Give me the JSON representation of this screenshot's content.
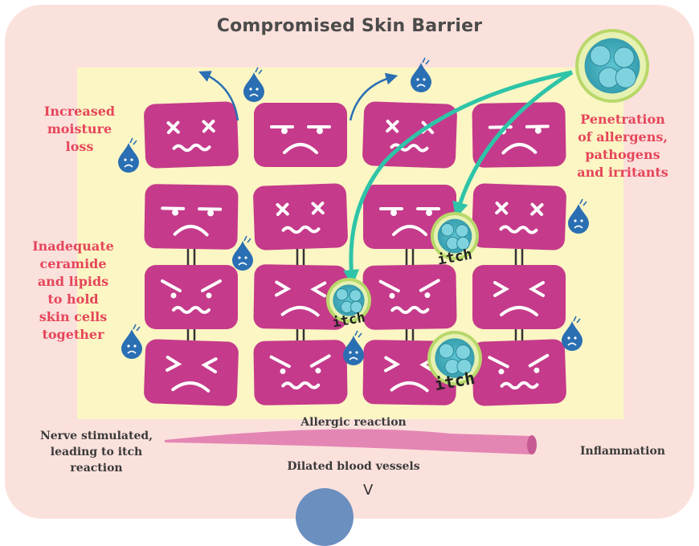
{
  "title": "Compromised Skin Barrier",
  "labels": {
    "moisture_loss": [
      "Increased",
      "moisture",
      "loss"
    ],
    "ceramide": [
      "Inadequate",
      "ceramide",
      "and lipids",
      "to hold",
      "skin cells",
      "together"
    ],
    "penetration": [
      "Penetration",
      "of allergens,",
      "pathogens",
      "and irritants"
    ],
    "nerve": [
      "Nerve stimulated,",
      "leading to itch",
      "reaction"
    ],
    "allergic_reaction": "Allergic reaction",
    "dilated_vessels": "Dilated blood vessels",
    "inflammation": "Inflammation",
    "itch_word": "itch",
    "v_mark": "V"
  },
  "colors": {
    "panel": "#fbe1dc",
    "barrier_area": "#fbf6c4",
    "cell": "#c53a8a",
    "arrow_teal": "#2ec4a8",
    "droplet": "#2a6fb3",
    "label_red": "#e5455a",
    "vessel": "#e486b4"
  }
}
